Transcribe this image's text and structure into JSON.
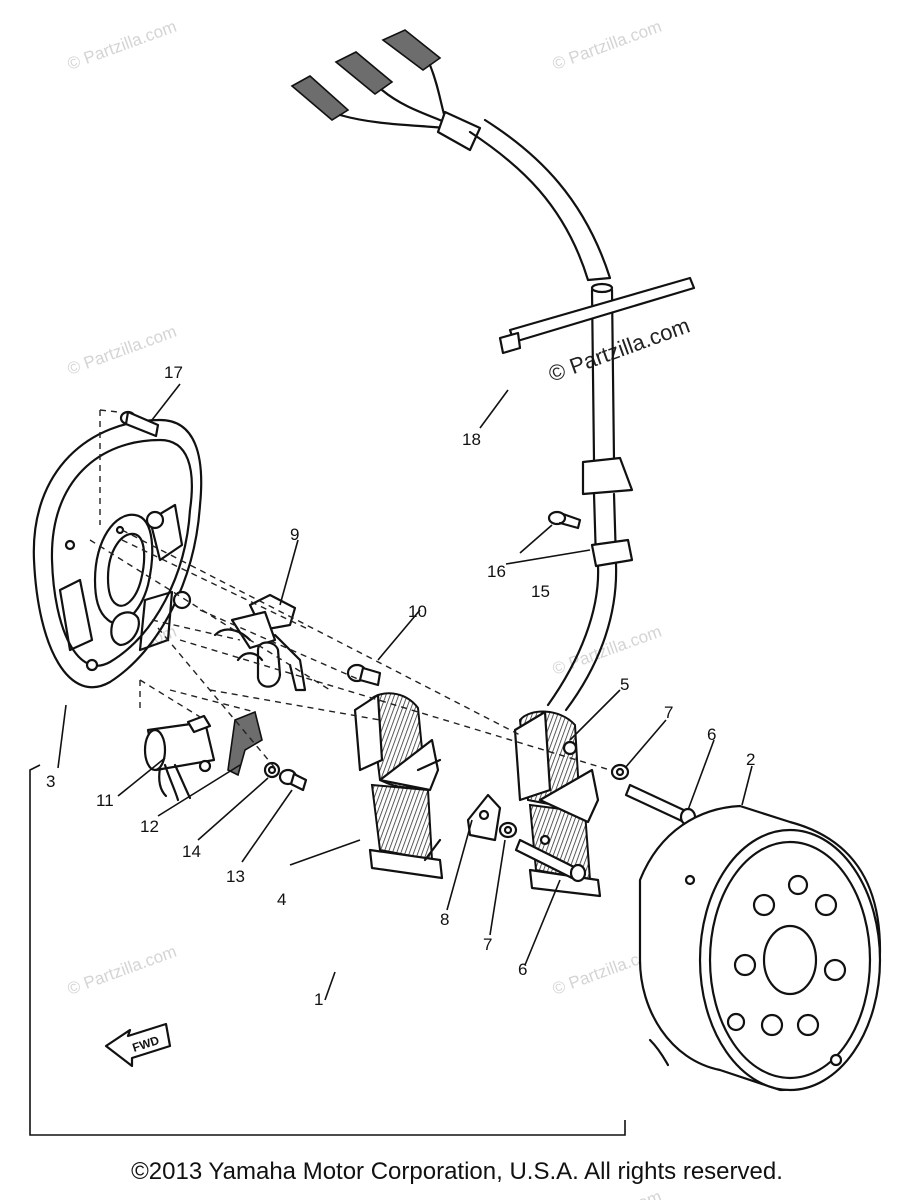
{
  "watermarks": [
    "© Partzilla.com",
    "© Partzilla.com",
    "© Partzilla.com",
    "© Partzilla.com",
    "© Partzilla.com",
    "© Partzilla.com",
    "© Partzilla.com",
    "© Partzilla.com"
  ],
  "featured_watermark": "© Partzilla.com",
  "callouts": {
    "c1": "1",
    "c2": "2",
    "c3": "3",
    "c4": "4",
    "c5": "5",
    "c6a": "6",
    "c6b": "6",
    "c7a": "7",
    "c7b": "7",
    "c8": "8",
    "c9": "9",
    "c10": "10",
    "c11": "11",
    "c12": "12",
    "c13": "13",
    "c14": "14",
    "c15": "15",
    "c16": "16",
    "c17": "17",
    "c18": "18"
  },
  "fwd_label": "FWD",
  "copyright": "©2013 Yamaha Motor Corporation, U.S.A. All rights reserved."
}
